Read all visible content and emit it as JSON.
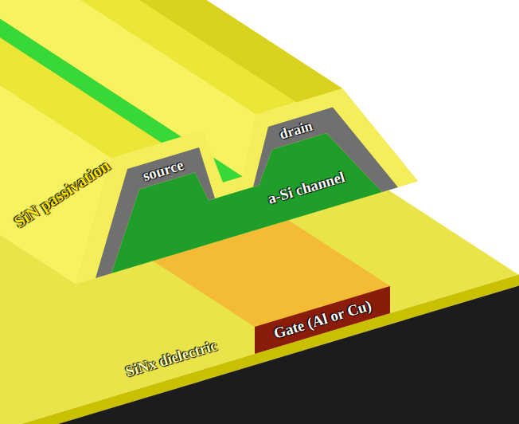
{
  "diagram": {
    "labels": [
      "SiN passivation",
      "source",
      "drain",
      "a-Si channel",
      "Gate (Al or Cu)",
      "SiNx dielectric"
    ]
  }
}
